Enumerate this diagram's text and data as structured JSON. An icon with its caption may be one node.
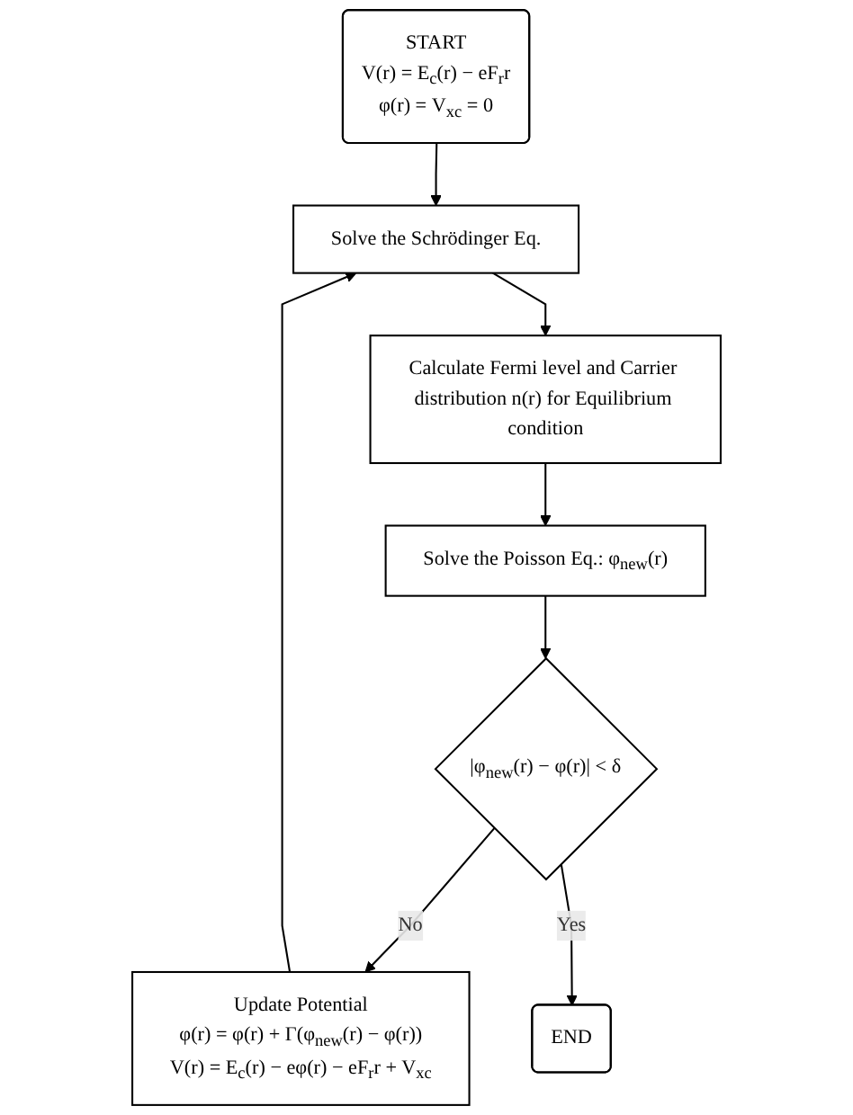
{
  "diagram": {
    "nodes": [
      {
        "text": [
          "START",
          "V(r) = E$_{c}$(r) − eF$_{r}$r",
          "φ(r) = V$_{xc}$ = 0"
        ]
      },
      {
        "text": [
          "Solve the Schrödinger Eq."
        ]
      },
      {
        "text": [
          "Calculate Fermi level and Carrier distribution n(r) for Equilibrium condition"
        ]
      },
      {
        "text": [
          "Solve the Poisson Eq.: φ$_{new}$(r)"
        ]
      },
      {
        "text": [
          "|φ$_{new}$(r) − φ(r)| < δ"
        ]
      },
      {
        "text": [
          "Update Potential",
          "φ(r) = φ(r) + Γ(φ$_{new}$(r) − φ(r))",
          "V(r) = E$_{c}$(r) − eφ(r) − eF$_{r}$r + V$_{xc}$"
        ]
      },
      {
        "text": [
          "END"
        ]
      }
    ],
    "edges": [
      {
        "from": 0,
        "to": 1,
        "arrow": "to"
      },
      {
        "from": 5,
        "to": 1,
        "arrow": "to"
      },
      {
        "from": 1,
        "to": 2,
        "arrow": "to"
      },
      {
        "from": 2,
        "to": 3,
        "arrow": "to"
      },
      {
        "from": 3,
        "to": 4,
        "arrow": "to"
      },
      {
        "from": 4,
        "to": 5,
        "arrow": "to",
        "label": "No"
      },
      {
        "from": 4,
        "to": 6,
        "arrow": "to",
        "label": "Yes"
      }
    ]
  }
}
